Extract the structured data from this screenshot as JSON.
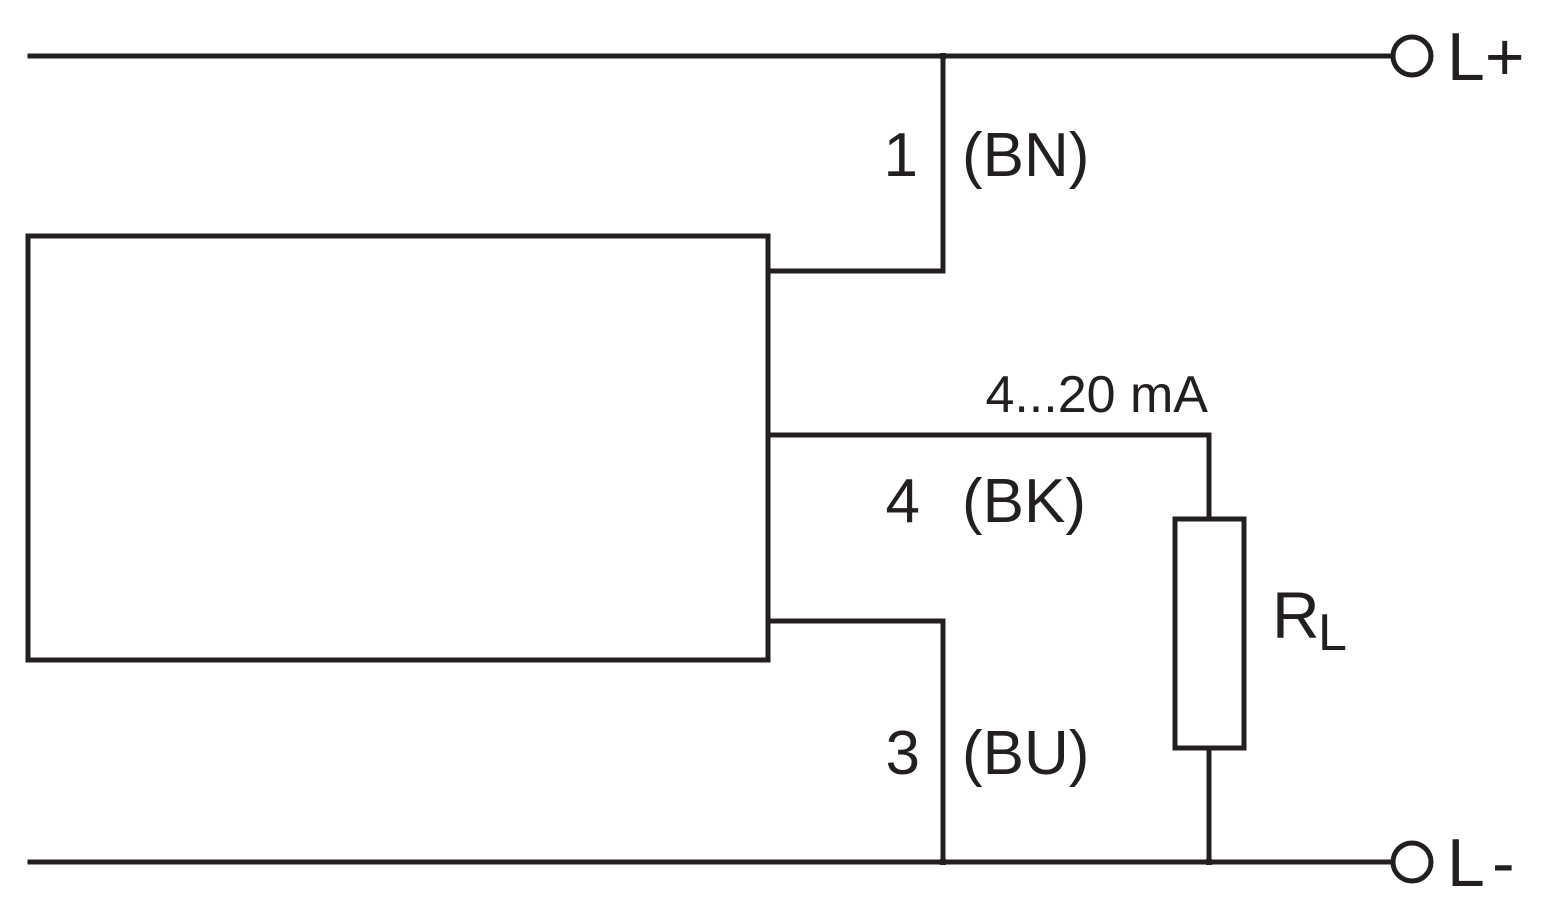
{
  "diagram": {
    "terminals": {
      "positive": "L+",
      "negative_letter": "L",
      "negative_sign": "-"
    },
    "wires": {
      "supply": {
        "pin": "1",
        "color_code": "(BN)"
      },
      "signal": {
        "pin": "4",
        "color_code": "(BK)",
        "output": "4...20 mA"
      },
      "ground": {
        "pin": "3",
        "color_code": "(BU)"
      }
    },
    "load_resistor": {
      "symbol": "R",
      "subscript": "L"
    },
    "colors": {
      "line": "#231f20",
      "background": "#ffffff"
    }
  }
}
